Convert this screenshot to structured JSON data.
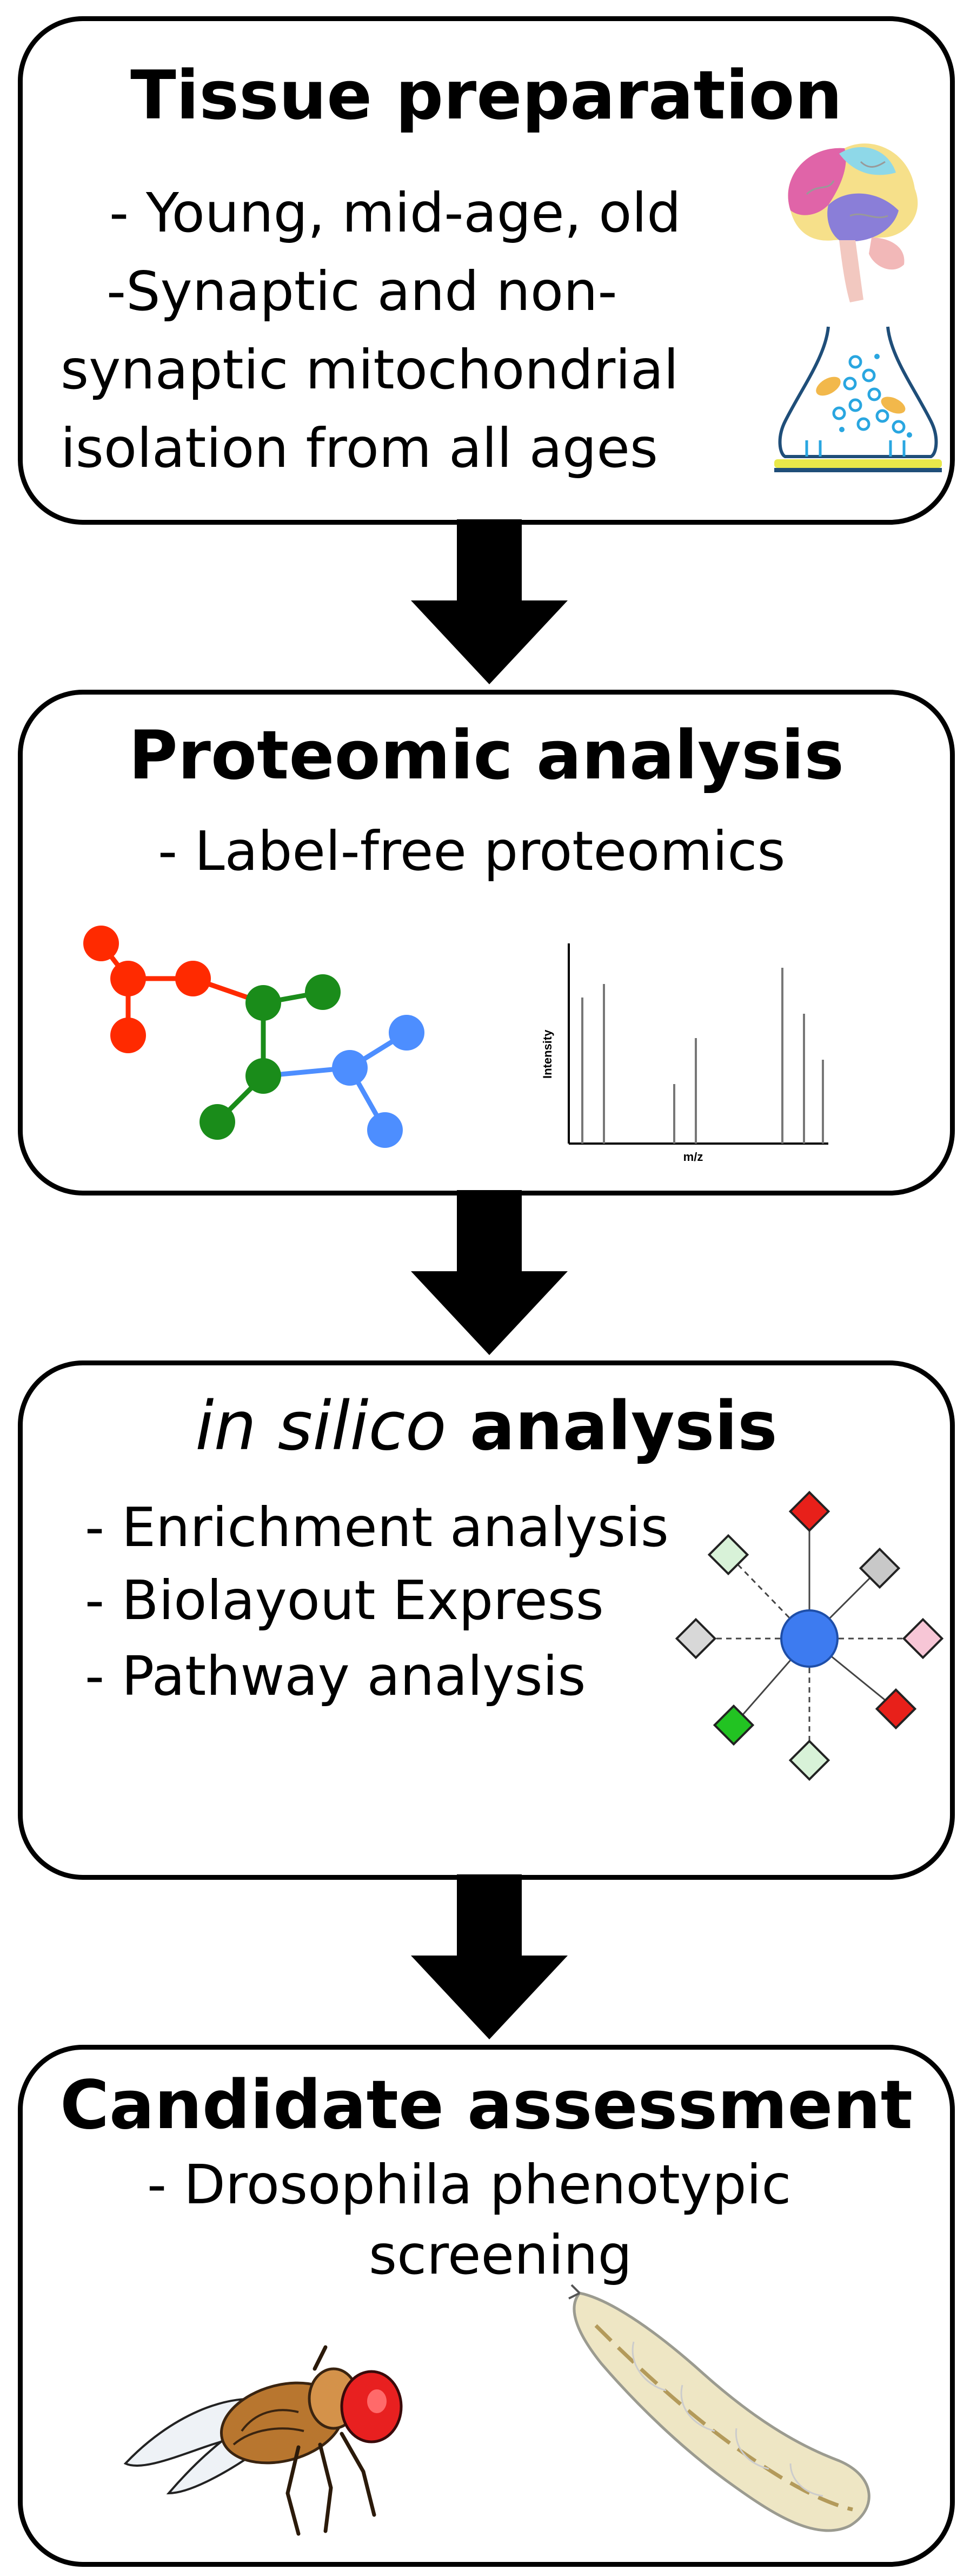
{
  "steps": [
    {
      "title": "Tissue preparation",
      "lines": [
        "- Young, mid-age, old",
        "-Synaptic and non-",
        "synaptic mitochondrial",
        "isolation from all ages"
      ],
      "icons": [
        "brain-icon",
        "synapse-icon"
      ]
    },
    {
      "title": "Proteomic analysis",
      "lines": [
        "- Label-free proteomics"
      ],
      "icons": [
        "protein-network-icon",
        "mass-spectrum-icon"
      ],
      "spectrum": {
        "ylabel": "Intensity",
        "xlabel": "m/z"
      }
    },
    {
      "title_italic": "in silico",
      "title_rest": " analysis",
      "lines": [
        "- Enrichment analysis",
        "- Biolayout Express",
        "- Pathway analysis"
      ],
      "icons": [
        "star-network-icon"
      ]
    },
    {
      "title": "Candidate assessment",
      "lines": [
        "- Drosophila phenotypic",
        "screening"
      ],
      "icons": [
        "fruit-fly-icon",
        "larva-icon"
      ]
    }
  ],
  "colors": {
    "red": "#ff2a00",
    "green": "#1a8c1a",
    "blue": "#4d8eff",
    "node_center": "#3d7bf0",
    "diamond_red": "#e8201a",
    "diamond_gray": "#c8c8c8",
    "diamond_lightgreen": "#d8f2d8",
    "diamond_pink": "#f7c6d6",
    "diamond_green": "#22c322"
  }
}
